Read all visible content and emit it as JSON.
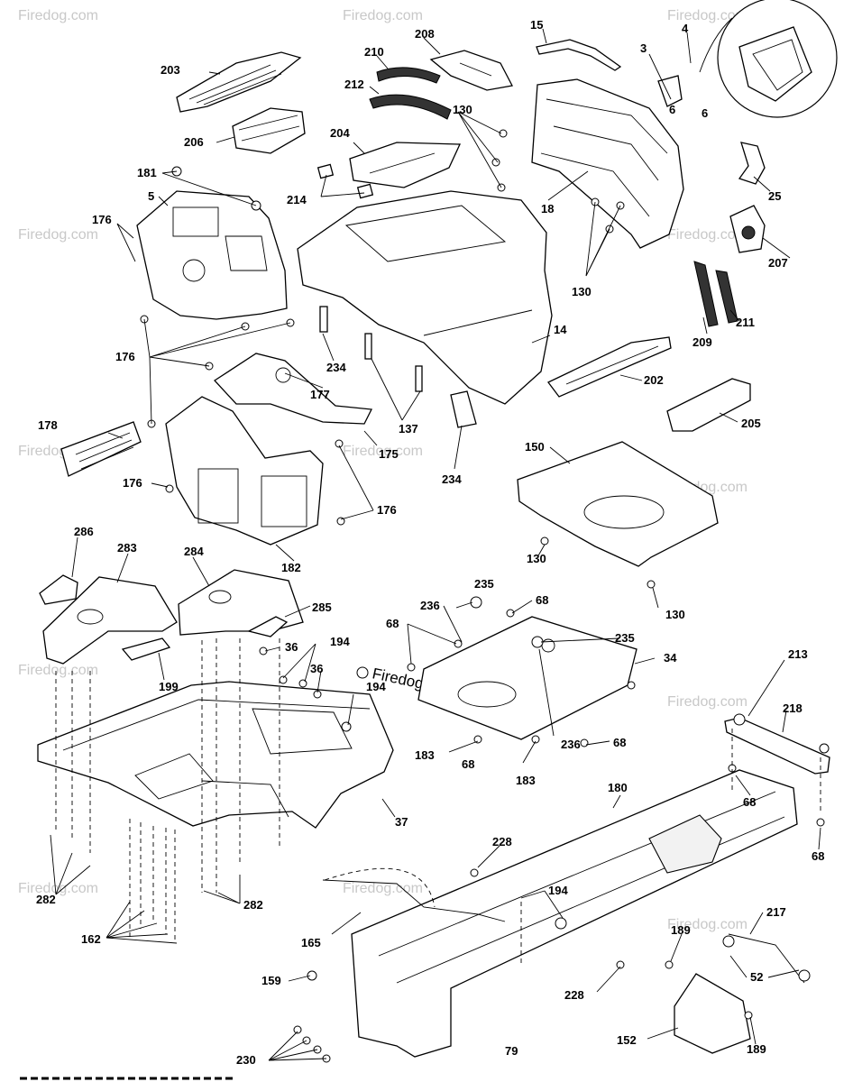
{
  "watermark": {
    "site": "Firedog.com",
    "main_text": "Firedog.com"
  },
  "callouts": {
    "c203": "203",
    "c208": "208",
    "c15": "15",
    "c4": "4",
    "c3": "3",
    "c210": "210",
    "c212": "212",
    "c130a": "130",
    "c6a": "6",
    "c6b": "6",
    "c206": "206",
    "c204": "204",
    "c181": "181",
    "c5": "5",
    "c214": "214",
    "c18": "18",
    "c25": "25",
    "c176a": "176",
    "c207": "207",
    "c130b": "130",
    "c209": "209",
    "c211": "211",
    "c14": "14",
    "c176b": "176",
    "c177": "177",
    "c234a": "234",
    "c137": "137",
    "c202": "202",
    "c178": "178",
    "c175": "175",
    "c205": "205",
    "c150": "150",
    "c176c": "176",
    "c234b": "234",
    "c176d": "176",
    "c130c": "130",
    "c182": "182",
    "c130d": "130",
    "c286": "286",
    "c283": "283",
    "c284": "284",
    "c285": "285",
    "c235a": "235",
    "c236a": "236",
    "c68a": "68",
    "c68b": "68",
    "c36a": "36",
    "c194a": "194",
    "c235b": "235",
    "c34": "34",
    "c36b": "36",
    "c199": "199",
    "c213": "213",
    "c194b": "194",
    "c218": "218",
    "c68c": "68",
    "c236b": "236",
    "c183a": "183",
    "c68d": "68",
    "c183b": "183",
    "c37": "37",
    "c68e": "68",
    "c180": "180",
    "c68f": "68",
    "c228a": "228",
    "c282a": "282",
    "c194c": "194",
    "c217": "217",
    "c162": "162",
    "c282b": "282",
    "c165": "165",
    "c189a": "189",
    "c52": "52",
    "c159": "159",
    "c228b": "228",
    "c152": "152",
    "c189b": "189",
    "c230": "230",
    "c79": "79"
  }
}
